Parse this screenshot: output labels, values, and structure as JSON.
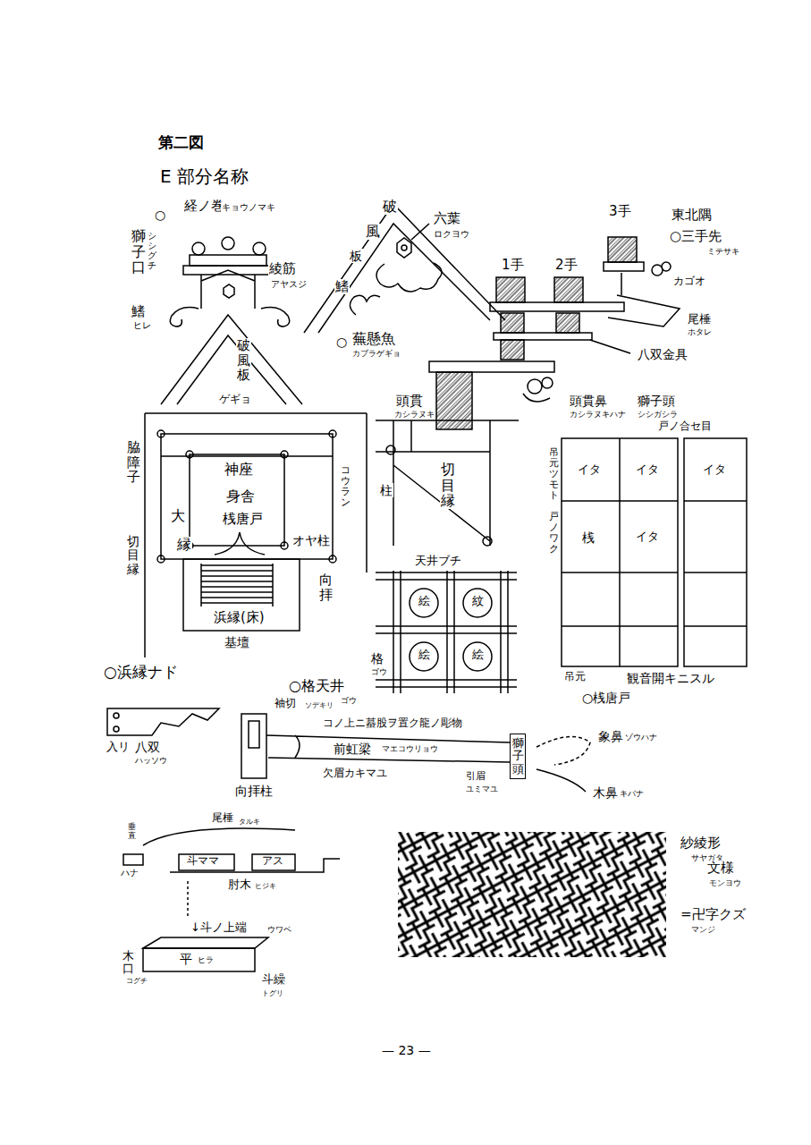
{
  "diagram": {
    "title": "第二図",
    "nodes": [
      {
        "text": [
          "獅子頭"
        ]
      }
    ],
    "labels": [
      "E 部分名称",
      "○",
      "獅子口",
      "シシグチ",
      "経ノ巻",
      "キョウノマキ",
      "綾筋",
      "アヤスジ",
      "鰭",
      "ヒレ",
      "破風板",
      "ゲギョ",
      "破",
      "風",
      "板",
      "鰭",
      "六葉",
      "ロクヨウ",
      "○",
      "蕪懸魚",
      "カブラゲギョ",
      "1手",
      "2手",
      "3手",
      "東北隅",
      "○三手先",
      "ミテサキ",
      "カゴオ",
      "尾棰",
      "ホタレ",
      "八双金具",
      "頭貫",
      "カシラヌキ",
      "頭貫鼻",
      "カシラヌキハナ",
      "獅子頭",
      "シシガシラ",
      "脇障子",
      "切目縁",
      "神座",
      "身舎",
      "桟唐戸",
      "大",
      "縁",
      "オヤ柱",
      "コウラン",
      "向拝",
      "浜縁(床)",
      "基壇",
      "○浜縁ナド",
      "柱",
      "切目縁",
      "天井ブチ",
      "絵",
      "紋",
      "絵",
      "絵",
      "格",
      "ゴウ",
      "○格天井",
      "ゴウ",
      "戸ノ合セ目",
      "吊元ツモト",
      "戸ノワク",
      "イタ",
      "イタ",
      "イタ",
      "イタ",
      "桟",
      "吊元",
      "観音開キニスル",
      "○桟唐戸",
      "入リ",
      "八双",
      "ハッソウ",
      "袖切",
      "ソデキリ",
      "コノ上ニ蟇股ヲ置ク龍ノ彫物",
      "前虹梁",
      "マエコウリョウ",
      "向拝柱",
      "欠眉カキマユ",
      "引眉",
      "ユミマユ",
      "象鼻",
      "ゾウハナ",
      "木鼻",
      "キバナ",
      "垂直",
      "ハナ",
      "尾棰",
      "タルキ",
      "斗ママ",
      "アス",
      "肘木",
      "ヒジキ",
      "↓斗ノ上端",
      "ウワベ",
      "木口",
      "コグチ",
      "平",
      "ヒラ",
      "斗繰",
      "トグリ",
      "紗綾形",
      "サヤガタ",
      "文様",
      "モンヨウ",
      "=卍字クズ",
      "マンジ",
      "— 23 —"
    ]
  }
}
